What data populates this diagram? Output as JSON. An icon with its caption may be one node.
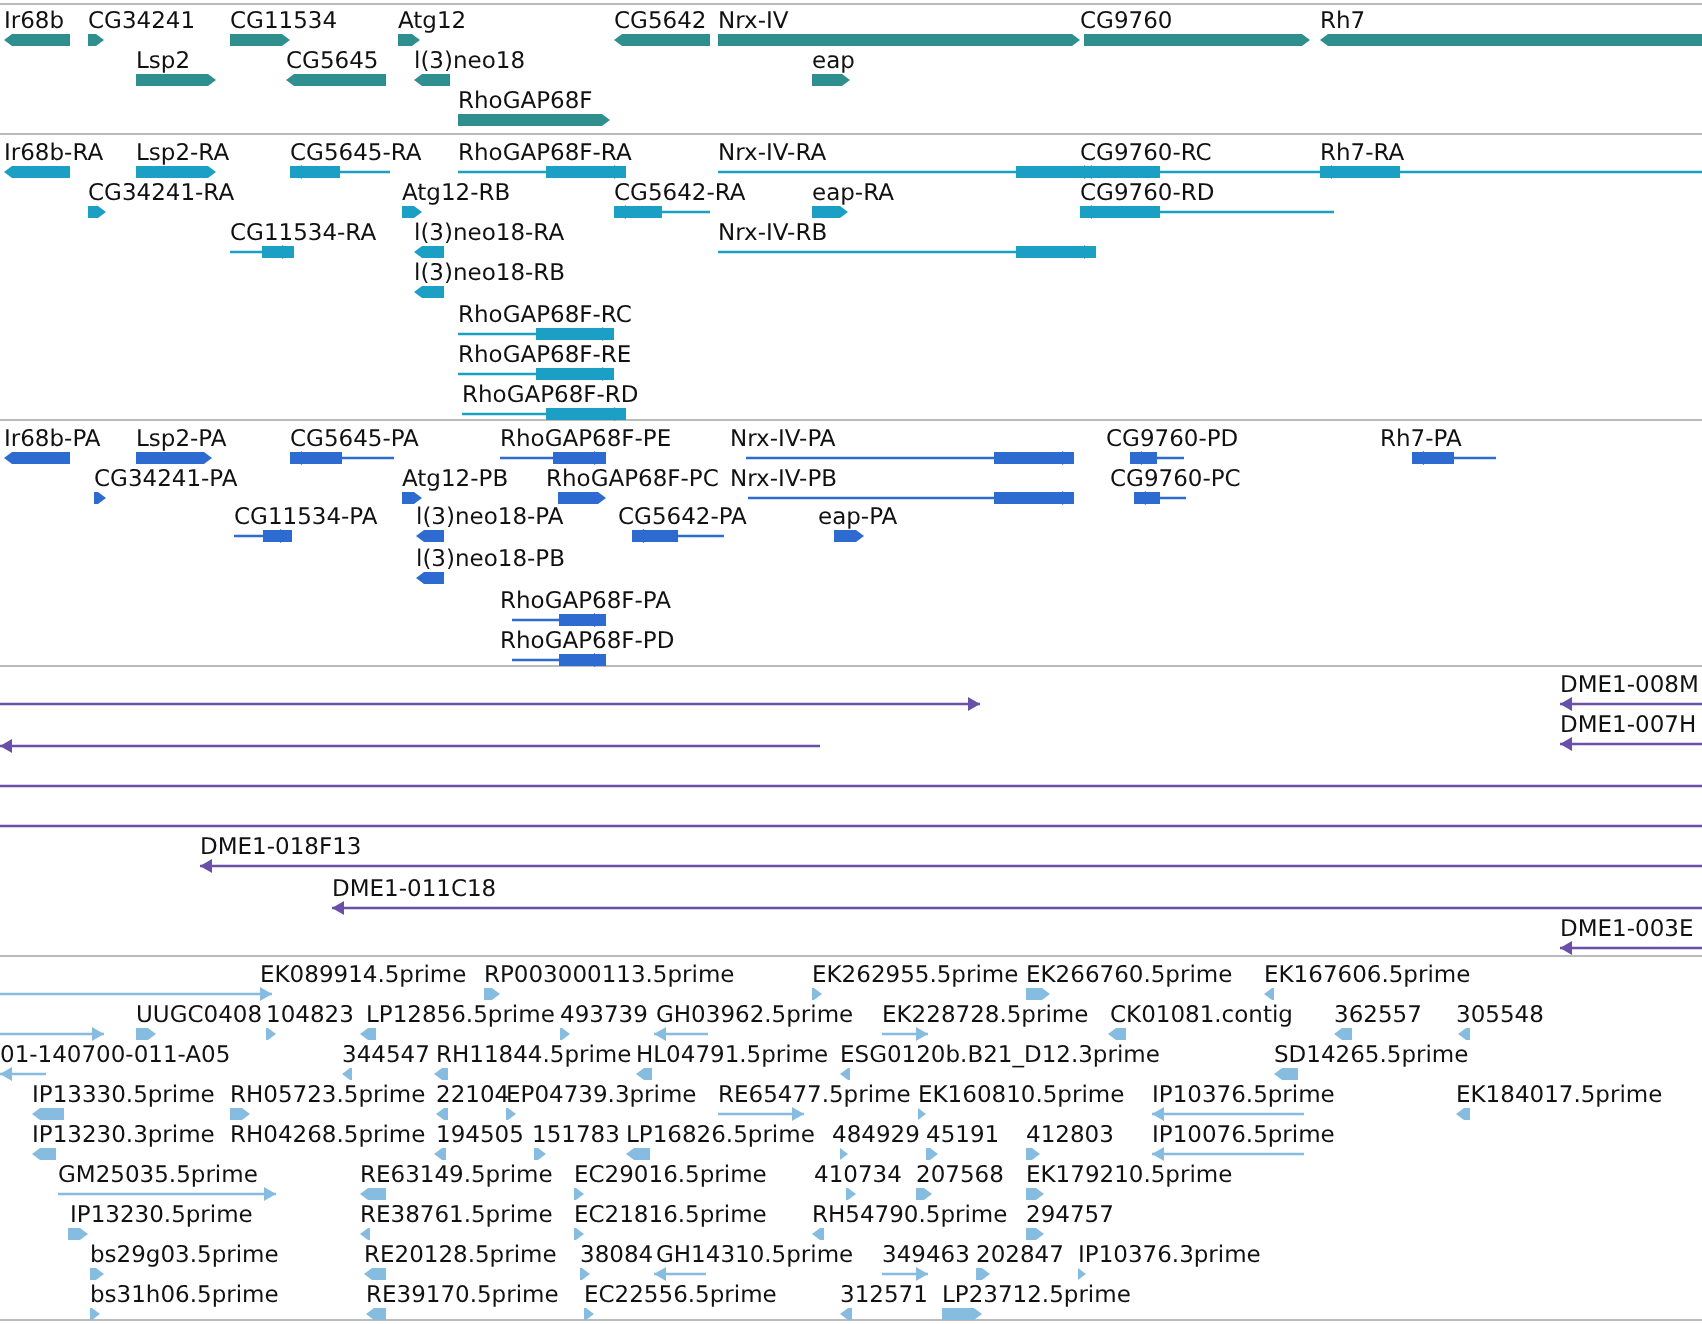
{
  "diagram": {
    "labels": [
      "Ir68b",
      "CG34241",
      "CG11534",
      "Atg12",
      "CG5642",
      "Nrx-IV",
      "CG9760",
      "Rh7",
      "Lsp2",
      "CG5645",
      "l(3)neo18",
      "eap",
      "RhoGAP68F",
      "Ir68b-RA",
      "Lsp2-RA",
      "CG5645-RA",
      "RhoGAP68F-RA",
      "Nrx-IV-RA",
      "CG9760-RC",
      "Rh7-RA",
      "CG34241-RA",
      "Atg12-RB",
      "CG5642-RA",
      "eap-RA",
      "CG9760-RD",
      "CG11534-RA",
      "l(3)neo18-RA",
      "Nrx-IV-RB",
      "l(3)neo18-RB",
      "RhoGAP68F-RC",
      "RhoGAP68F-RE",
      "RhoGAP68F-RD",
      "Ir68b-PA",
      "Lsp2-PA",
      "CG5645-PA",
      "RhoGAP68F-PE",
      "Nrx-IV-PA",
      "CG9760-PD",
      "Rh7-PA",
      "CG34241-PA",
      "Atg12-PB",
      "RhoGAP68F-PC",
      "Nrx-IV-PB",
      "CG9760-PC",
      "CG11534-PA",
      "l(3)neo18-PA",
      "CG5642-PA",
      "eap-PA",
      "l(3)neo18-PB",
      "RhoGAP68F-PA",
      "RhoGAP68F-PD",
      "DME1-008M",
      "DME1-007H",
      "DME1-018F13",
      "DME1-011C18",
      "DME1-003E",
      "EK089914.5prime",
      "RP003000113.5prime",
      "EK262955.5prime",
      "EK266760.5prime",
      "EK167606.5prime",
      "UUGC0408",
      "104823",
      "LP12856.5prime",
      "493739",
      "GH03962.5prime",
      "EK228728.5prime",
      "CK01081.contig",
      "362557",
      "305548",
      "01-140700-011-A05",
      "344547",
      "RH11844.5prime",
      "HL04791.5prime",
      "ESG0120b.B21_D12.3prime",
      "SD14265.5prime",
      "IP13330.5prime",
      "RH05723.5prime",
      "22104",
      "EP04739.3prime",
      "RE65477.5prime",
      "EK160810.5prime",
      "IP10376.5prime",
      "EK184017.5prime",
      "IP13230.3prime",
      "RH04268.5prime",
      "194505",
      "151783",
      "LP16826.5prime",
      "484929",
      "45191",
      "412803",
      "IP10076.5prime",
      "GM25035.5prime",
      "RE63149.5prime",
      "EC29016.5prime",
      "410734",
      "207568",
      "EK179210.5prime",
      "IP13230.5prime",
      "RE38761.5prime",
      "EC21816.5prime",
      "RH54790.5prime",
      "294757",
      "bs29g03.5prime",
      "RE20128.5prime",
      "38084",
      "GH14310.5prime",
      "349463",
      "202847",
      "IP10376.3prime",
      "bs31h06.5prime",
      "RE39170.5prime",
      "EC22556.5prime",
      "312571",
      "LP23712.5prime"
    ]
  }
}
